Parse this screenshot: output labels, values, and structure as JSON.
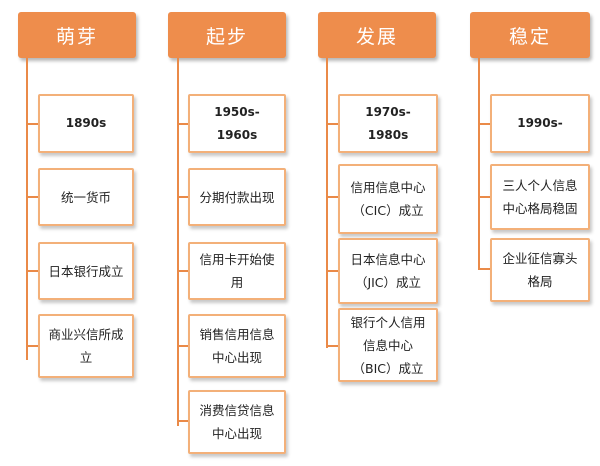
{
  "columns": [
    {
      "title": "萌芽",
      "items": [
        {
          "text": "1890s",
          "bold": true
        },
        {
          "text": "统一货币"
        },
        {
          "text": "日本银行成立"
        },
        {
          "text": "商业兴信所成立"
        }
      ]
    },
    {
      "title": "起步",
      "items": [
        {
          "text": "1950s-1960s",
          "bold": true
        },
        {
          "text": "分期付款出现"
        },
        {
          "text": "信用卡开始使用"
        },
        {
          "text": "销售信用信息中心出现"
        },
        {
          "text": "消费信贷信息中心出现"
        }
      ]
    },
    {
      "title": "发展",
      "items": [
        {
          "text": "1970s-1980s",
          "bold": true
        },
        {
          "text": "信用信息中心（CIC）成立"
        },
        {
          "text": "日本信息中心（JIC）成立"
        },
        {
          "text": "银行个人信用信息中心（BIC）成立"
        }
      ]
    },
    {
      "title": "稳定",
      "items": [
        {
          "text": "1990s-",
          "bold": true
        },
        {
          "text": "三人个人信息中心格局稳固"
        },
        {
          "text": "企业征信寡头格局"
        }
      ]
    }
  ]
}
